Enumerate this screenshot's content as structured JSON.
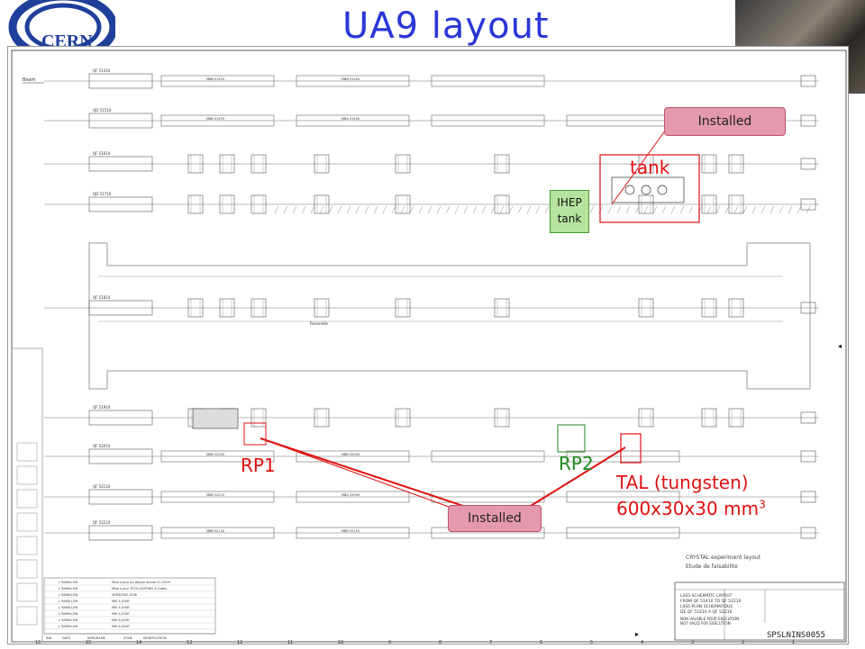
{
  "slide": {
    "title": "UA9 layout",
    "title_color": "#2a37d6"
  },
  "logo": {
    "text": "CERN",
    "icon": "cern-logo"
  },
  "labels": {
    "installed_top": "Installed",
    "installed_bottom": "Installed",
    "tank": "tank",
    "ihep_line1": "IHEP",
    "ihep_line2": "tank",
    "rp1": "RP1",
    "rp2": "RP2",
    "tal_line1": "TAL (tungsten)",
    "tal_line2_main": "600x30x30 mm",
    "tal_line2_sup": "3"
  },
  "drawing": {
    "beam_label": "Beam",
    "quad_labels": [
      "QF 51410",
      "QD 51510",
      "QF 51610",
      "QD 51710",
      "QF 51810",
      "QF 51910",
      "QF 52010",
      "QF 52110",
      "QF 52210"
    ],
    "dipole_labels": [
      "MBB 51530",
      "MBB 51550",
      "MBB 51570",
      "MBA 51490",
      "MBB 52030",
      "MBB 52050",
      "MBB 52070",
      "MBA 52090",
      "MBB 52130",
      "MBB 52150"
    ],
    "title_block": {
      "line1": "CRYSTAL  experiment layout",
      "line2": "Etude de faisabilite",
      "line3": "LSS5  SCHEMATIC LAYOUT",
      "line4": "FROM QF 51410 TO QF 52210",
      "line5": "LSS5  PLAN SCHEMATIQUE",
      "line6": "DE QF 51410 A QF 52210",
      "line7": "NON VALABLE POUR EXECUTION",
      "line8": "NOT VALID FOR EXECUTION",
      "drawing_number": "SPSLNINS0055"
    },
    "revision_rows": [
      "Mise a jour du dessin donne 01-2009",
      "Mise a jour TECH.CASTING & tubes",
      "VERSIONS 2008",
      "MIS A JOUR",
      "MIS A JOUR",
      "MIS A JOUR",
      "MIS A JOUR",
      "MIS A JOUR"
    ],
    "revision_author": "J. RAMILLON",
    "footer_cols": [
      "IND",
      "DATE",
      "NOM/NAME",
      "ZONE",
      "MODIFICATION"
    ],
    "grid_numbers": [
      "16",
      "15",
      "14",
      "13",
      "12",
      "11",
      "10",
      "9",
      "8",
      "7",
      "6",
      "5",
      "4",
      "3",
      "2",
      "1"
    ],
    "paper_labels": [
      "Passerelle"
    ]
  },
  "colors": {
    "callout_fill": "#e49aac",
    "red_marker": "#e01010",
    "green_marker": "#1f8a1f",
    "ihep_fill": "#b6e3a0"
  }
}
